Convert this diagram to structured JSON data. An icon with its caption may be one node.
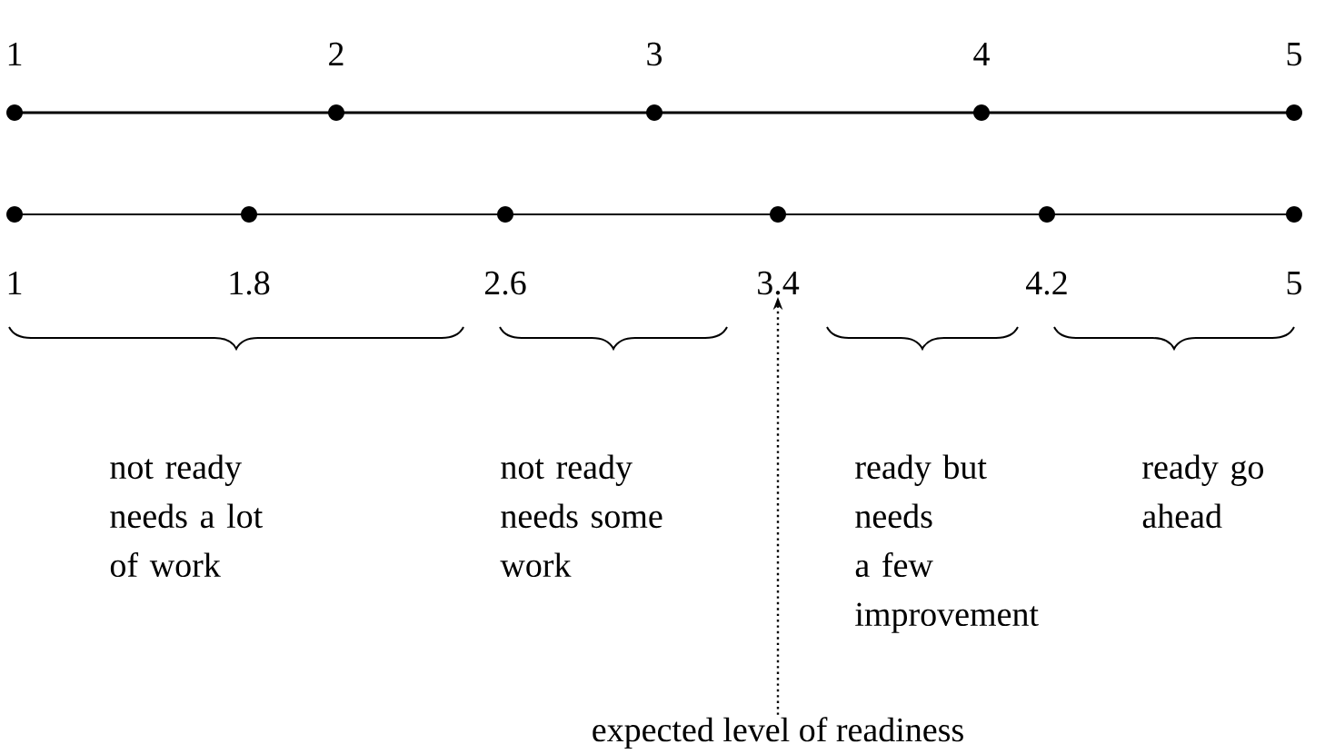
{
  "diagram": {
    "nodes": [
      {
        "text": [
          "expected level of readiness"
        ]
      },
      {
        "text": [
          "3.4"
        ]
      }
    ],
    "edges": [
      {
        "from": 0,
        "to": 1,
        "arrow": "to",
        "style": "dashed"
      }
    ],
    "labels": [
      "1",
      "2",
      "3",
      "4",
      "5",
      "1",
      "1.8",
      "2.6",
      "4.2",
      "5",
      "not ready needs a lot of work",
      "not ready needs some work",
      "ready but needs a few improvement",
      "ready go ahead"
    ]
  }
}
